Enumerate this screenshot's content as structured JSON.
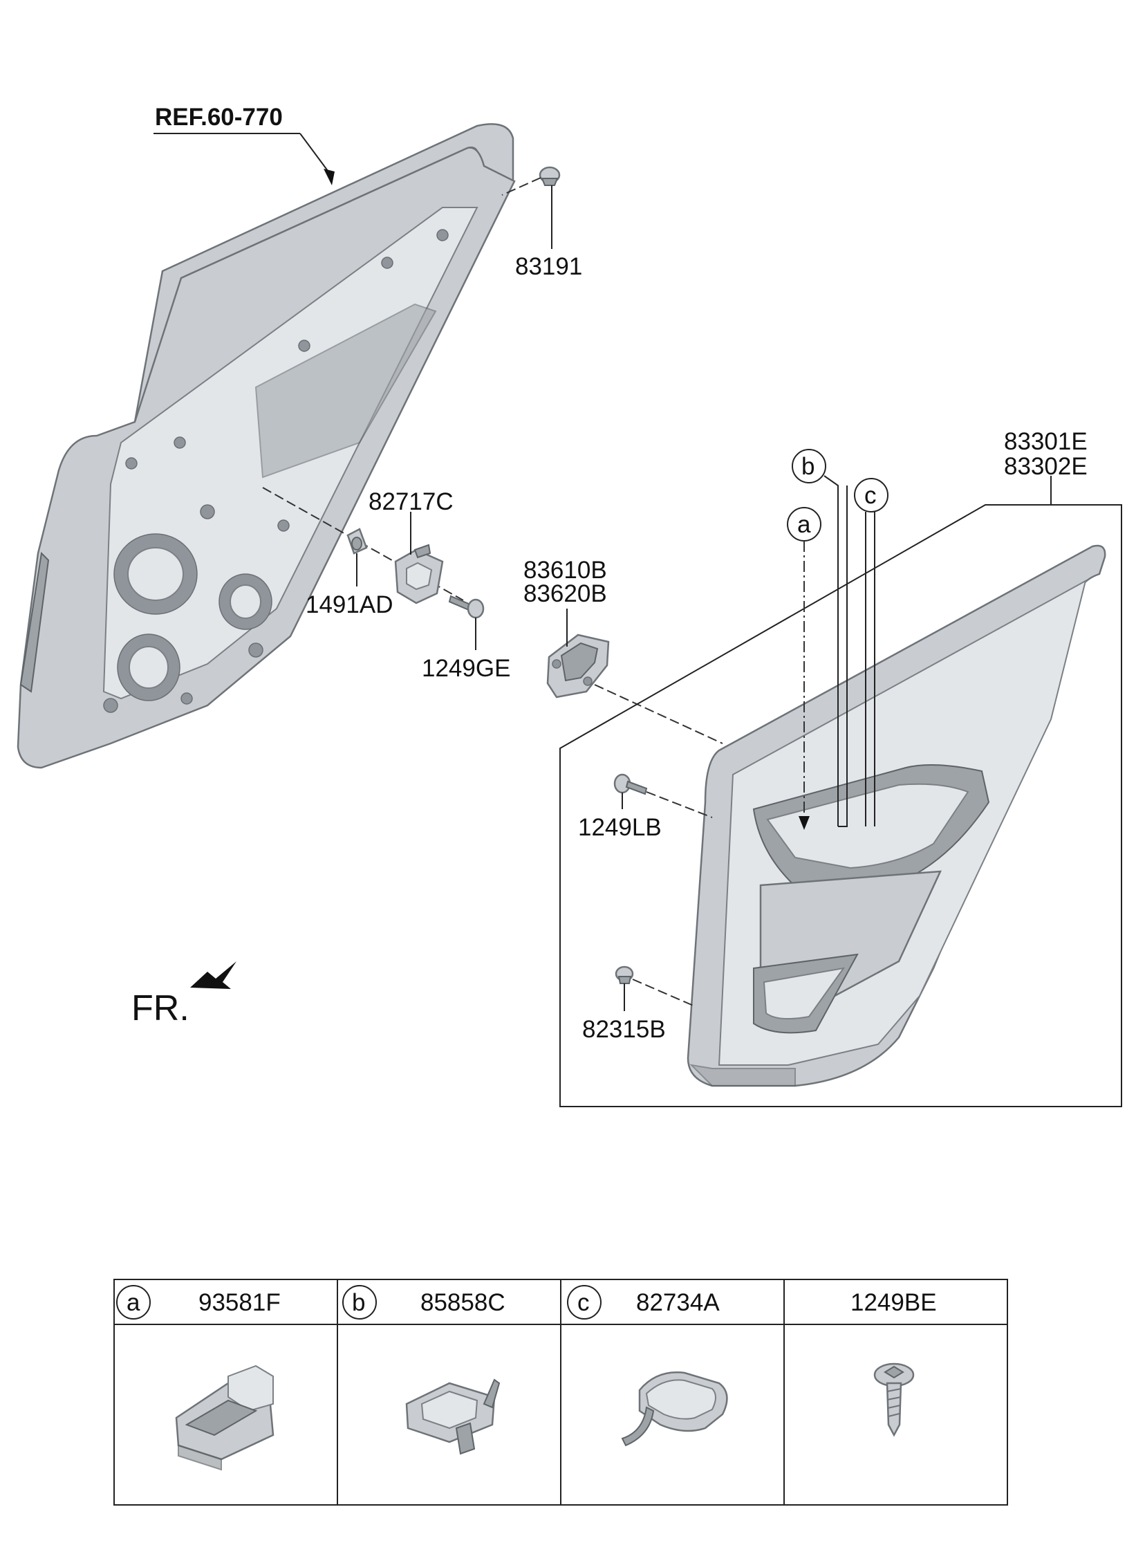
{
  "labels": {
    "ref": "REF.60-770",
    "p83191": "83191",
    "p82717C": "82717C",
    "p1491AD": "1491AD",
    "p1249GE": "1249GE",
    "p83610B": "83610B",
    "p83620B": "83620B",
    "p83301E": "83301E",
    "p83302E": "83302E",
    "p1249LB": "1249LB",
    "p82315B": "82315B",
    "fr": "FR.",
    "call_a": "a",
    "call_b": "b",
    "call_c": "c"
  },
  "table": {
    "columns": [
      {
        "letter": "a",
        "part": "93581F"
      },
      {
        "letter": "b",
        "part": "85858C"
      },
      {
        "letter": "c",
        "part": "82734A"
      },
      {
        "letter": "",
        "part": "1249BE"
      }
    ]
  }
}
